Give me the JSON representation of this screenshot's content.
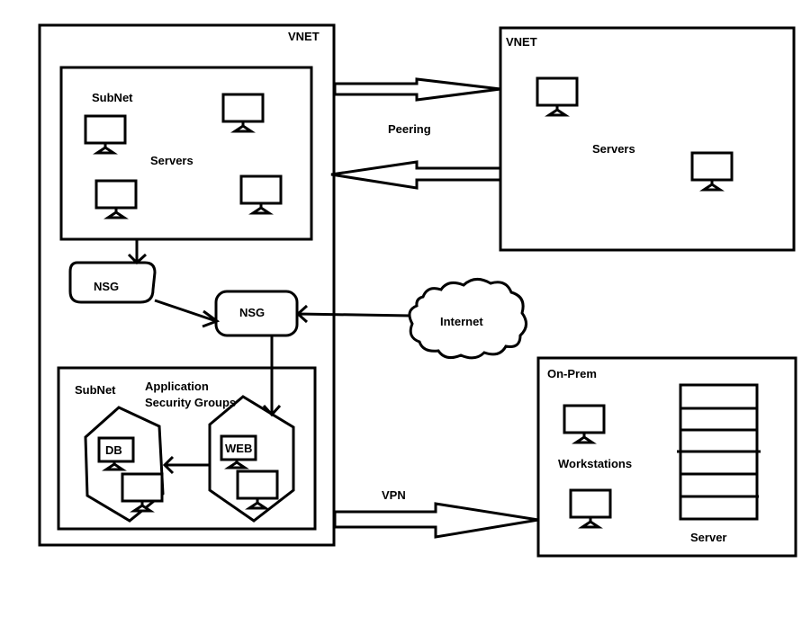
{
  "left_vnet": {
    "title": "VNET",
    "top_subnet": {
      "title": "SubNet",
      "servers_label": "Servers"
    },
    "nsg_left_label": "NSG",
    "nsg_center_label": "NSG",
    "bottom_subnet": {
      "title": "SubNet",
      "asg_label_line1": "Application",
      "asg_label_line2": "Security Groups",
      "db_label": "DB",
      "web_label": "WEB"
    }
  },
  "right_vnet": {
    "title": "VNET",
    "servers_label": "Servers"
  },
  "peering_label": "Peering",
  "internet_label": "Internet",
  "vpn_label": "VPN",
  "onprem": {
    "title": "On-Prem",
    "workstations_label": "Workstations",
    "server_label": "Server"
  },
  "icons": {
    "monitor": "monitor-icon",
    "cloud": "cloud-icon",
    "server_rack": "server-rack-icon"
  }
}
